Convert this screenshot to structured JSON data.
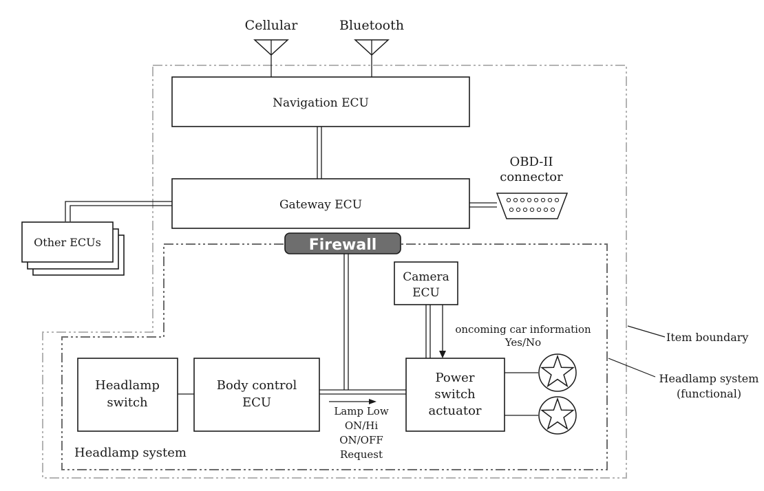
{
  "antennas": {
    "cellular": "Cellular",
    "bluetooth": "Bluetooth"
  },
  "ecus": {
    "navigation": "Navigation ECU",
    "gateway": "Gateway ECU",
    "other": "Other ECUs",
    "camera_line1": "Camera",
    "camera_line2": "ECU",
    "body_line1": "Body control",
    "body_line2": "ECU"
  },
  "obd": {
    "line1": "OBD-II",
    "line2": "connector"
  },
  "firewall": "Firewall",
  "headlamp_switch": {
    "line1": "Headlamp",
    "line2": "switch"
  },
  "power_switch": {
    "line1": "Power",
    "line2": "switch",
    "line3": "actuator"
  },
  "signals": {
    "oncoming_line1": "oncoming car information",
    "oncoming_line2": "Yes/No",
    "lamp_line1": "Lamp Low",
    "lamp_line2": "ON/Hi",
    "lamp_line3": "ON/OFF",
    "lamp_line4": "Request"
  },
  "labels": {
    "headlamp_system": "Headlamp system",
    "item_boundary": "Item boundary",
    "headlamp_functional_line1": "Headlamp system",
    "headlamp_functional_line2": "(functional)"
  },
  "colors": {
    "firewall_fill": "#6e6e6e",
    "item_boundary_stroke": "#b3b3b3",
    "functional_boundary_stroke": "#6b6b6b"
  }
}
